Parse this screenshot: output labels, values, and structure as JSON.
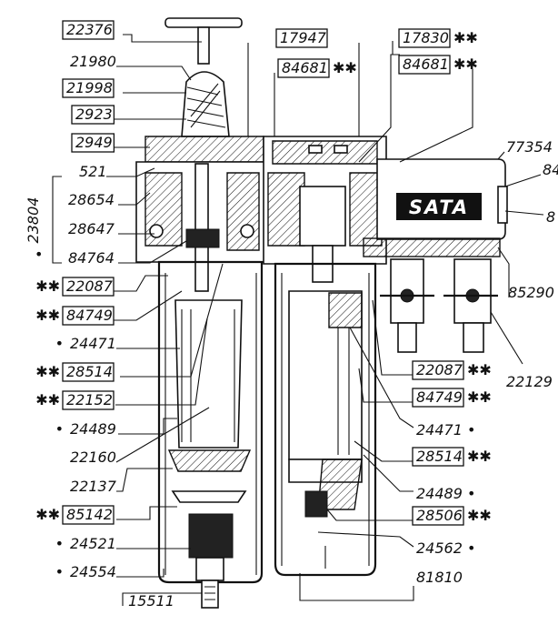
{
  "brand": "SATA",
  "assembly": {
    "number": "23804",
    "marker": "•"
  },
  "markers": {
    "double_star": "✱✱",
    "dot": "•"
  },
  "left_labels": [
    {
      "id": "p22376",
      "text": "22376",
      "boxed": true
    },
    {
      "id": "p21980",
      "text": "21980",
      "boxed": false
    },
    {
      "id": "p21998",
      "text": "21998",
      "boxed": true
    },
    {
      "id": "p2923",
      "text": "2923",
      "boxed": true
    },
    {
      "id": "p2949",
      "text": "2949",
      "boxed": true
    },
    {
      "id": "p521",
      "text": "521",
      "boxed": false
    },
    {
      "id": "p28654",
      "text": "28654",
      "boxed": false
    },
    {
      "id": "p28647",
      "text": "28647",
      "boxed": false
    },
    {
      "id": "p84764",
      "text": "84764",
      "boxed": false
    },
    {
      "id": "p22087a",
      "text": "22087",
      "boxed": true,
      "prefix": "✱✱"
    },
    {
      "id": "p84749a",
      "text": "84749",
      "boxed": true,
      "prefix": "✱✱"
    },
    {
      "id": "p24471a",
      "text": "24471",
      "boxed": false,
      "prefix": "•"
    },
    {
      "id": "p28514a",
      "text": "28514",
      "boxed": true,
      "prefix": "✱✱"
    },
    {
      "id": "p22152",
      "text": "22152",
      "boxed": true,
      "prefix": "✱✱"
    },
    {
      "id": "p24489a",
      "text": "24489",
      "boxed": false,
      "prefix": "•"
    },
    {
      "id": "p22160",
      "text": "22160",
      "boxed": false
    },
    {
      "id": "p22137",
      "text": "22137",
      "boxed": false
    },
    {
      "id": "p85142",
      "text": "85142",
      "boxed": true,
      "prefix": "✱✱"
    },
    {
      "id": "p24521",
      "text": "24521",
      "boxed": false,
      "prefix": "•"
    },
    {
      "id": "p24554",
      "text": "24554",
      "boxed": false,
      "prefix": "•"
    },
    {
      "id": "p15511",
      "text": "15511",
      "boxed": false
    }
  ],
  "top_labels": [
    {
      "id": "p17947",
      "text": "17947",
      "boxed": true
    },
    {
      "id": "p84681a",
      "text": "84681",
      "boxed": true,
      "suffix": "✱✱"
    },
    {
      "id": "p17830",
      "text": "17830",
      "boxed": true,
      "suffix": "✱✱"
    },
    {
      "id": "p84681b",
      "text": "84681",
      "boxed": true,
      "suffix": "✱✱"
    }
  ],
  "right_labels": [
    {
      "id": "p77354",
      "text": "77354",
      "boxed": false
    },
    {
      "id": "p84a",
      "text": "84",
      "boxed": false
    },
    {
      "id": "p8",
      "text": "8",
      "boxed": false
    },
    {
      "id": "p85290",
      "text": "85290",
      "boxed": false,
      "suffix": "•"
    },
    {
      "id": "p22129",
      "text": "22129",
      "boxed": false
    },
    {
      "id": "p22087b",
      "text": "22087",
      "boxed": true,
      "suffix": "✱✱"
    },
    {
      "id": "p84749b",
      "text": "84749",
      "boxed": true,
      "suffix": "✱✱"
    },
    {
      "id": "p24471b",
      "text": "24471",
      "boxed": false,
      "suffix": "•"
    },
    {
      "id": "p28514b",
      "text": "28514",
      "boxed": true,
      "suffix": "✱✱"
    },
    {
      "id": "p24489b",
      "text": "24489",
      "boxed": false,
      "suffix": "•"
    },
    {
      "id": "p28506",
      "text": "28506",
      "boxed": true,
      "suffix": "✱✱"
    },
    {
      "id": "p24562",
      "text": "24562",
      "boxed": false,
      "suffix": "•"
    },
    {
      "id": "p81810",
      "text": "81810",
      "boxed": false
    }
  ]
}
